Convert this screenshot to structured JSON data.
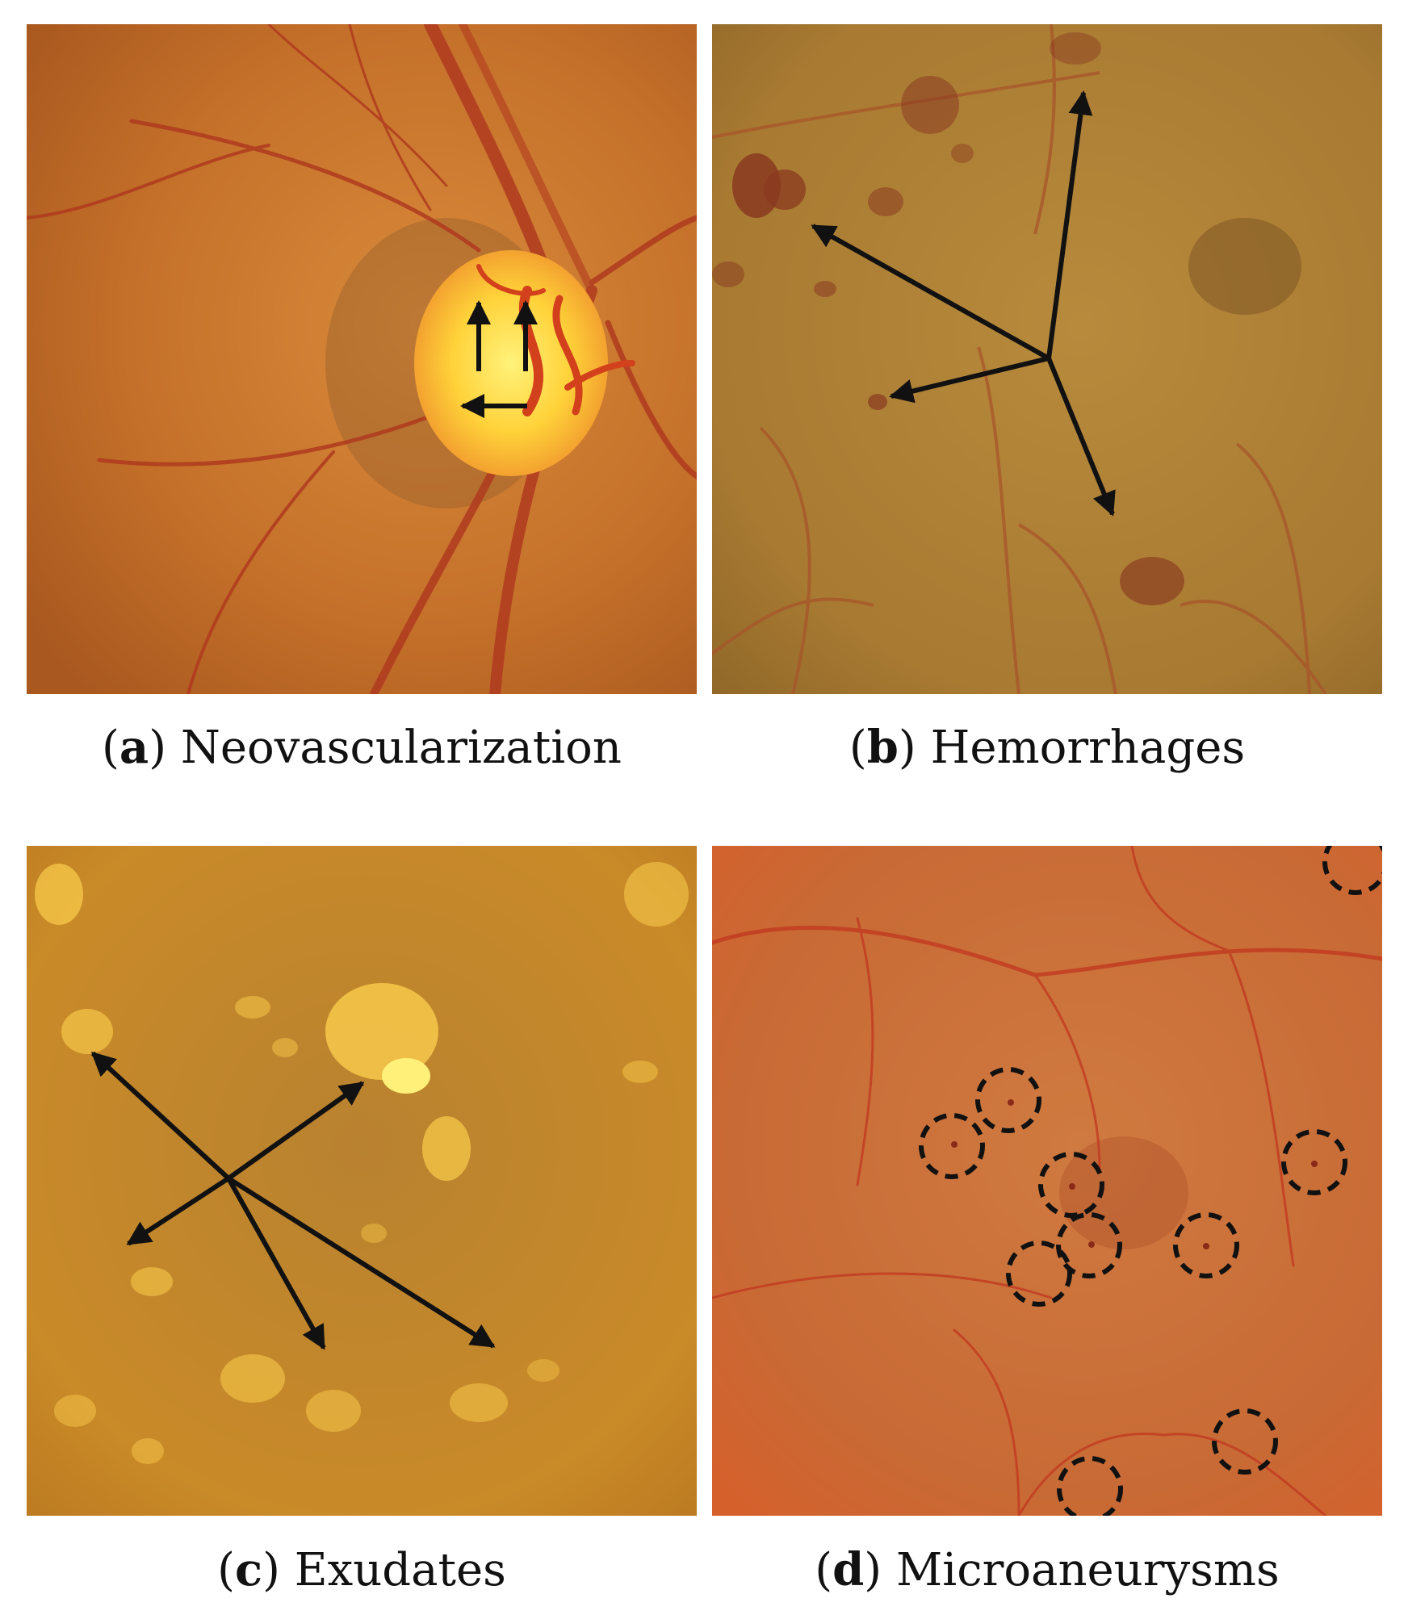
{
  "panels": [
    {
      "letter": "a",
      "label": "Neovascularization"
    },
    {
      "letter": "b",
      "label": "Hemorrhages"
    },
    {
      "letter": "c",
      "label": "Exudates"
    },
    {
      "letter": "d",
      "label": "Microaneurysms"
    }
  ],
  "colors": {
    "fundus_a": "#c4702a",
    "fundus_b": "#a87a32",
    "fundus_c": "#c98a28",
    "fundus_d": "#c86a35",
    "vessel": "#b03a1f",
    "optic_disc": "#ffe040",
    "hemorrhage": "#8a3a20",
    "exudate": "#f7c84a",
    "annotation": "#111111"
  }
}
